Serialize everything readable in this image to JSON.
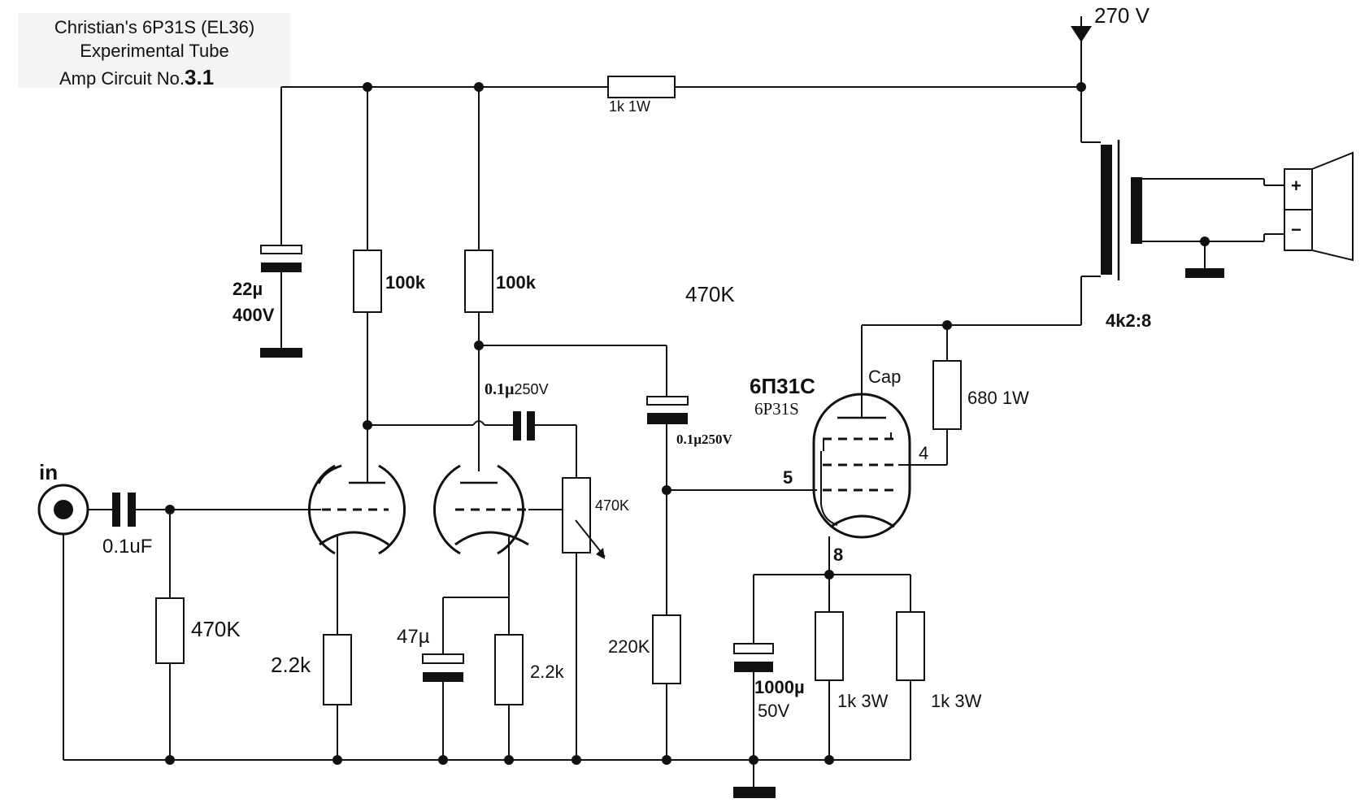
{
  "title": {
    "line1": "Christian's 6P31S (EL36)",
    "line2": "Experimental Tube",
    "line3_prefix": "Amp Circuit  No.",
    "line3_number": "3.1"
  },
  "supply": {
    "voltage": "270 V",
    "dropper": "1k 1W"
  },
  "input": {
    "label": "in",
    "coupling_cap": "0.1uF",
    "grid_resistor": "470K"
  },
  "filter_cap": {
    "value": "22µ",
    "voltage": "400V"
  },
  "stage1": {
    "plate_resistor": "100k",
    "cathode_resistor": "2.2k"
  },
  "stage2": {
    "plate_resistor": "100k",
    "cathode_resistor": "2.2k",
    "cathode_bypass": "47µ",
    "coupling_cap_value": "0.1µ",
    "coupling_cap_voltage": "250V",
    "volume_pot": "470K"
  },
  "floating_label": "470K",
  "output_coupling": {
    "value": "0.1µ",
    "voltage": "250V",
    "grid_resistor": "220K"
  },
  "power_tube": {
    "name_cyrillic": "6П31С",
    "name_latin": "6P31S",
    "cap_label": "Cap",
    "pin_screen": "4",
    "pin_grid": "5",
    "pin_cathode": "8",
    "screen_resistor": "680 1W"
  },
  "cathode_network": {
    "bypass_value": "1000µ",
    "bypass_voltage": "50V",
    "resistor_a": "1k 3W",
    "resistor_b": "1k 3W"
  },
  "output_transformer": {
    "ratio": "4k2:8"
  },
  "speaker": {
    "plus": "+",
    "minus": "−"
  }
}
